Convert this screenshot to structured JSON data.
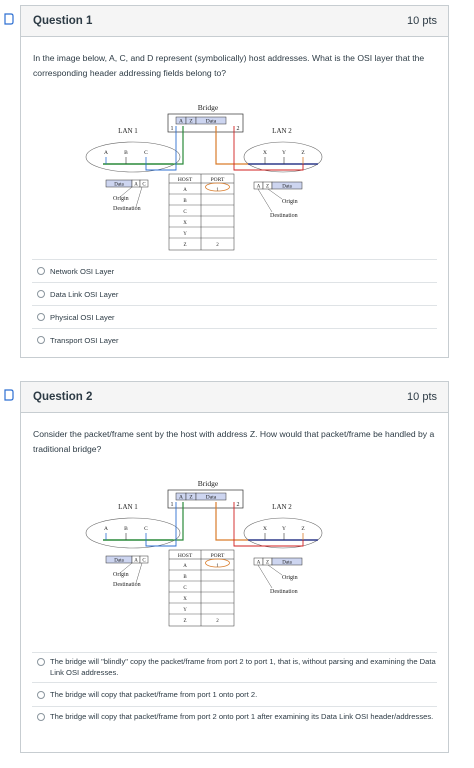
{
  "questions": [
    {
      "title": "Question 1",
      "points": "10 pts",
      "text": "In the image below, A, C, and D represent (symbolically) host addresses. What is the OSI layer that the corresponding header addressing fields belong to?",
      "answers": [
        {
          "label": "Network OSI Layer"
        },
        {
          "label": "Data Link OSI Layer"
        },
        {
          "label": "Physical OSI Layer"
        },
        {
          "label": "Transport OSI Layer"
        }
      ]
    },
    {
      "title": "Question 2",
      "points": "10 pts",
      "text": "Consider the packet/frame sent by the host with address Z.  How would that packet/frame be handled by a traditional bridge?",
      "answers": [
        {
          "label": "The bridge will \"blindly\" copy the packet/frame from port 2 to port 1, that is, without parsing and examining the Data Link OSI addresses."
        },
        {
          "label": "The bridge will copy that packet/frame from port 1 onto port 2."
        },
        {
          "label": "The bridge will copy that packet/frame from port 2 onto port 1 after examining its Data Link OSI header/addresses."
        }
      ]
    }
  ],
  "diagram": {
    "bridge_label": "Bridge",
    "lan1_label": "LAN 1",
    "lan2_label": "LAN 2",
    "bridge_frame": {
      "a": "A",
      "z": "Z",
      "data": "Data"
    },
    "port1": "1",
    "port2": "2",
    "lan1_hosts": [
      "A",
      "B",
      "C"
    ],
    "lan2_hosts": [
      "X",
      "Y",
      "Z"
    ],
    "left_frame": {
      "data": "Data",
      "a": "A",
      "c": "C"
    },
    "right_frame": {
      "a": "A",
      "z": "Z",
      "data": "Data"
    },
    "origin_label": "Origin",
    "destination_label": "Destination",
    "table": {
      "host_header": "HOST",
      "port_header": "PORT",
      "rows": [
        {
          "host": "A",
          "port": "1"
        },
        {
          "host": "B",
          "port": ""
        },
        {
          "host": "C",
          "port": ""
        },
        {
          "host": "X",
          "port": ""
        },
        {
          "host": "Y",
          "port": ""
        },
        {
          "host": "Z",
          "port": "2"
        }
      ]
    }
  },
  "colors": {
    "accent_blue": "#2d6fd2",
    "green": "#2a8a3a",
    "orange": "#d97c2b",
    "red": "#d21f1f",
    "frame_fill": "#cdd5f0",
    "lan2_line": "#2f3a8a"
  }
}
